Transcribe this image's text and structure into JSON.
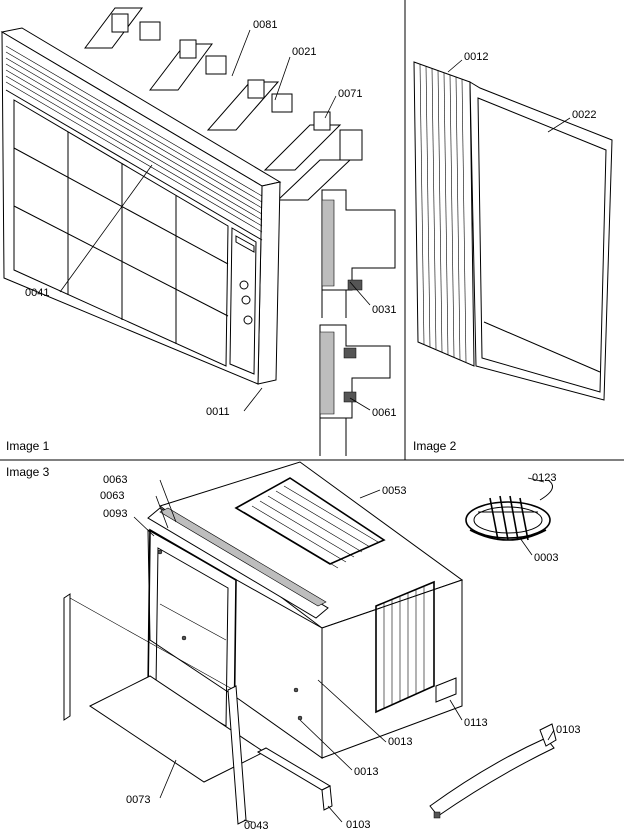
{
  "panels": [
    {
      "key": "p1",
      "caption": "Image 1"
    },
    {
      "key": "p2",
      "caption": "Image 2"
    },
    {
      "key": "p3",
      "caption": "Image 3"
    }
  ],
  "callouts": {
    "p1": [
      "0081",
      "0021",
      "0071",
      "0041",
      "0031",
      "0061",
      "0011"
    ],
    "p2": [
      "0012",
      "0022"
    ],
    "p3": [
      "0063",
      "0063",
      "0093",
      "0053",
      "0123",
      "0003",
      "0113",
      "0013",
      "0013",
      "0103",
      "0073",
      "0043",
      "0103"
    ]
  }
}
